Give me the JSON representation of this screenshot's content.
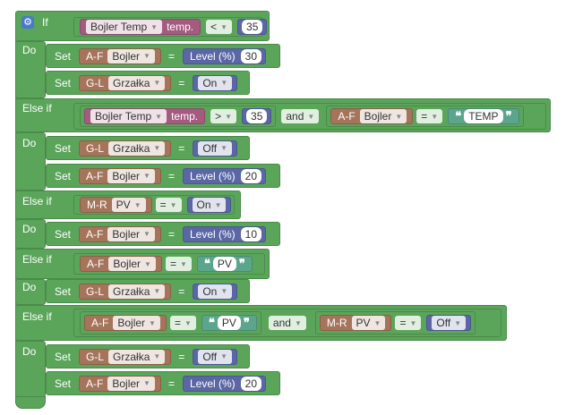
{
  "keywords": {
    "if": "If",
    "do": "Do",
    "else_if": "Else if",
    "set": "Set",
    "and": "and",
    "eq": "="
  },
  "b1": {
    "cond": {
      "var": "Bojler Temp",
      "suffix": "temp.",
      "op": "<",
      "value": "35"
    },
    "do": [
      {
        "type": "A-F",
        "target": "Bojler",
        "value_label": "Level (%)",
        "value": "30"
      },
      {
        "type": "G-L",
        "target": "Grzałka",
        "value": "On"
      }
    ]
  },
  "b2": {
    "cond_a": {
      "var": "Bojler Temp",
      "suffix": "temp.",
      "op": ">",
      "value": "35"
    },
    "cond_b": {
      "type": "A-F",
      "target": "Bojler",
      "op": "=",
      "text": "TEMP"
    },
    "do": [
      {
        "type": "G-L",
        "target": "Grzałka",
        "value": "Off"
      },
      {
        "type": "A-F",
        "target": "Bojler",
        "value_label": "Level (%)",
        "value": "20"
      }
    ]
  },
  "b3": {
    "cond": {
      "type": "M-R",
      "target": "PV",
      "op": "=",
      "value": "On"
    },
    "do": [
      {
        "type": "A-F",
        "target": "Bojler",
        "value_label": "Level (%)",
        "value": "10"
      }
    ]
  },
  "b4": {
    "cond": {
      "type": "A-F",
      "target": "Bojler",
      "op": "=",
      "text": "PV"
    },
    "do": [
      {
        "type": "G-L",
        "target": "Grzałka",
        "value": "On"
      }
    ]
  },
  "b5": {
    "cond_a": {
      "type": "A-F",
      "target": "Bojler",
      "op": "=",
      "text": "PV"
    },
    "cond_b": {
      "type": "M-R",
      "target": "PV",
      "op": "=",
      "value": "Off"
    },
    "do": [
      {
        "type": "G-L",
        "target": "Grzałka",
        "value": "Off"
      },
      {
        "type": "A-F",
        "target": "Bojler",
        "value_label": "Level (%)",
        "value": "20"
      }
    ]
  },
  "colors": {
    "logic_green": "#5ba55b",
    "device_brown": "#a5745b",
    "value_purple": "#5b67a5",
    "sensor_magenta": "#a55b80",
    "text_teal": "#5ba58c",
    "gear_blue": "#4a79c9"
  }
}
